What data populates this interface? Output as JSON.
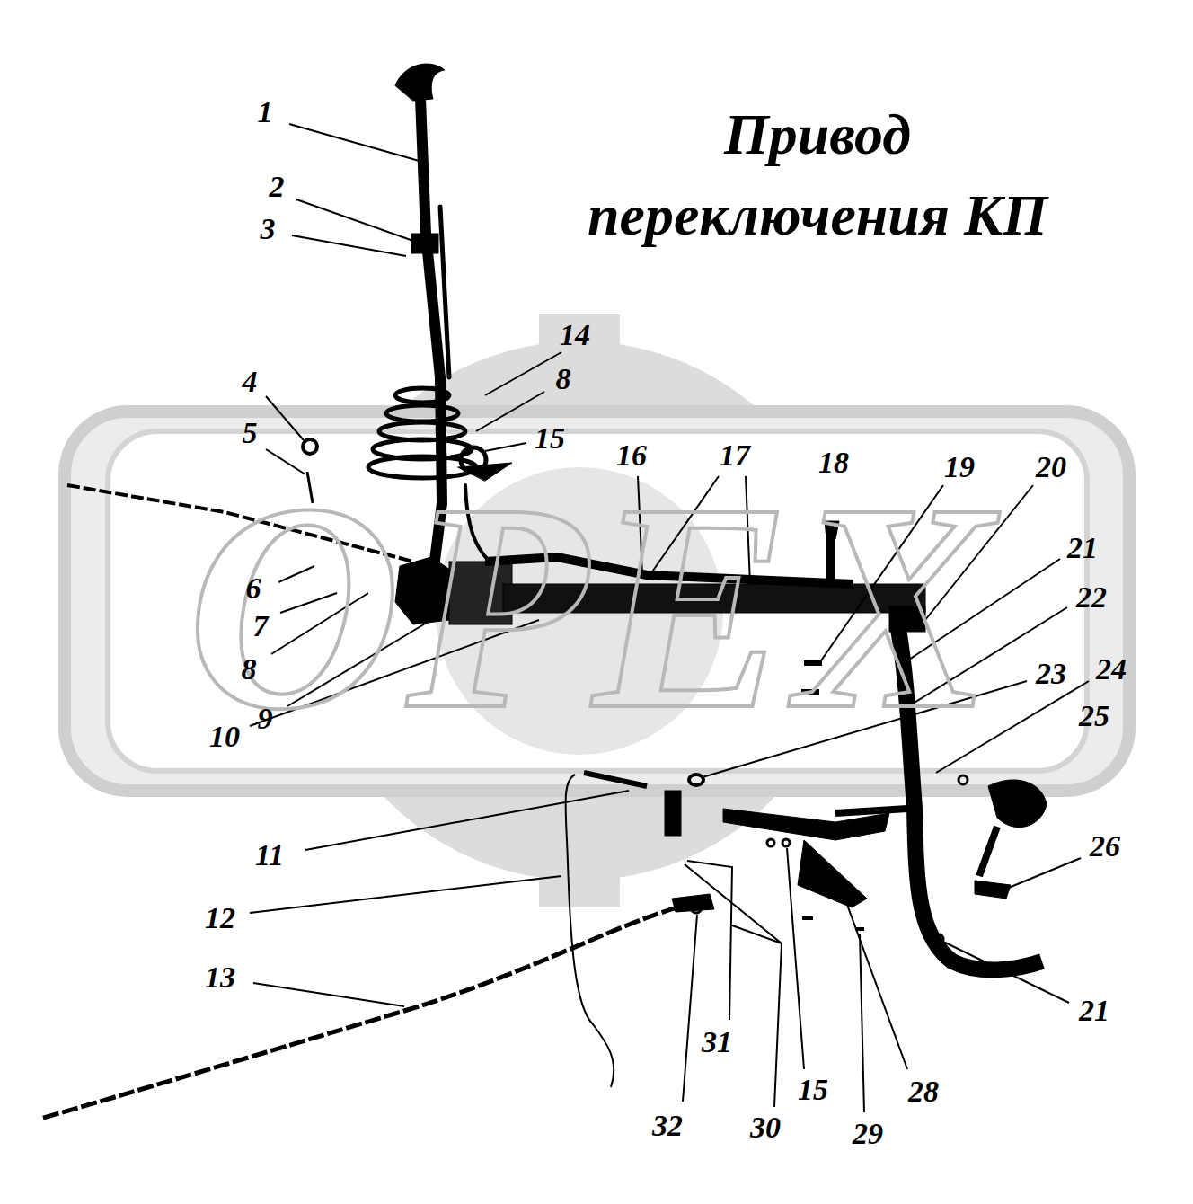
{
  "diagram": {
    "title": "Привод переключения КП",
    "labels": [
      "1",
      "2",
      "3",
      "14",
      "8",
      "4",
      "5",
      "15",
      "16",
      "17",
      "18",
      "19",
      "20",
      "21",
      "22",
      "6",
      "7",
      "8",
      "23",
      "24",
      "25",
      "9",
      "10",
      "11",
      "26",
      "12",
      "13",
      "21",
      "31",
      "15",
      "28",
      "32",
      "30",
      "29",
      "ОРЕХ"
    ]
  }
}
